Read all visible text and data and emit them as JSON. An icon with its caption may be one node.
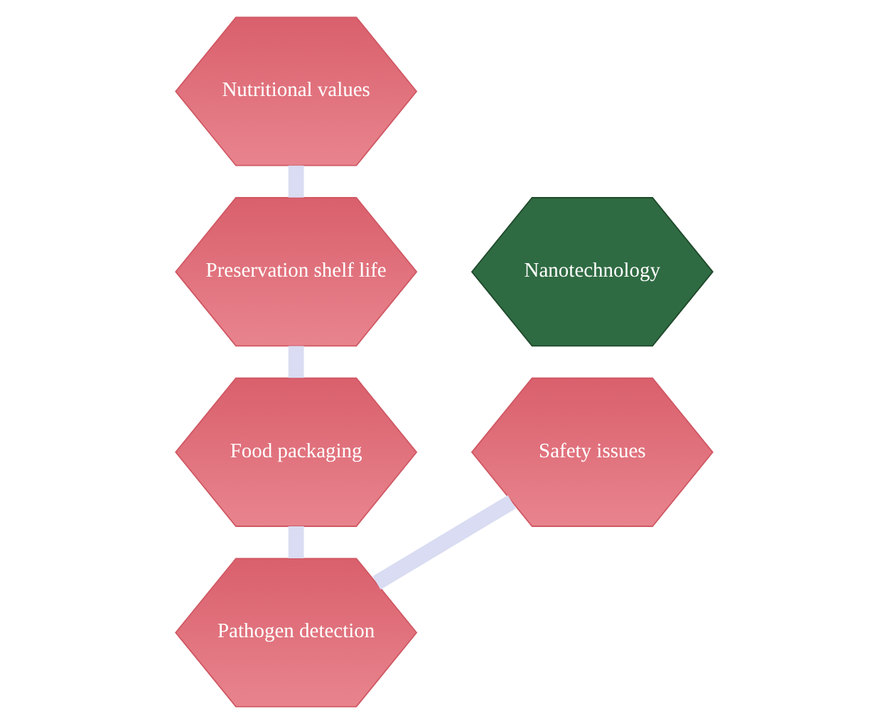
{
  "diagram": {
    "nodes": [
      {
        "text": [
          "Nutritional values"
        ]
      },
      {
        "text": [
          "Preservation shelf life"
        ]
      },
      {
        "text": [
          "Nanotechnology"
        ]
      },
      {
        "text": [
          "Safety issues"
        ]
      },
      {
        "text": [
          "Food packaging"
        ]
      },
      {
        "text": [
          "Pathogen detection"
        ]
      }
    ],
    "edges": [
      {
        "from": 0,
        "to": 1,
        "arrow": "none"
      },
      {
        "from": 1,
        "to": 4,
        "arrow": "none"
      },
      {
        "from": 4,
        "to": 5,
        "arrow": "none"
      },
      {
        "from": 5,
        "to": 3,
        "arrow": "none"
      }
    ]
  }
}
